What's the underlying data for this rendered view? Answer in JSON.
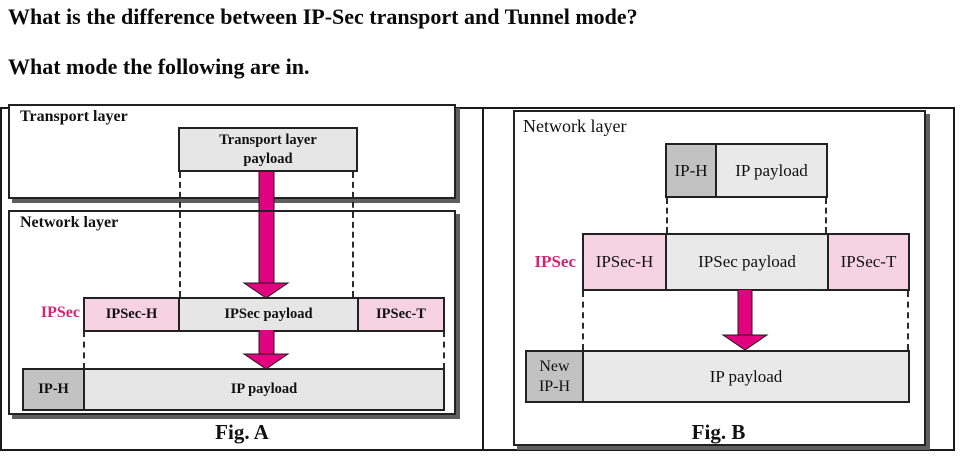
{
  "page": {
    "question1": "What is the difference between IP-Sec transport and Tunnel mode?",
    "question2": "What mode the following are in."
  },
  "colors": {
    "arrow_magenta": "#e2017f",
    "ipsec_label_magenta": "#cf2673",
    "pink_box": "#f7d3e2",
    "light_gray_box": "#e6e6e6",
    "dark_gray_box": "#c2c2c2",
    "box_border": "#222222",
    "panel_shadow": "#5f5f5f"
  },
  "fig_a": {
    "caption": "Fig. A",
    "transport_layer": {
      "title": "Transport layer",
      "payload_line1": "Transport layer",
      "payload_line2": "payload"
    },
    "network_layer": {
      "title": "Network layer",
      "ipsec_label": "IPSec",
      "ipsec_h": "IPSec-H",
      "ipsec_payload": "IPSec payload",
      "ipsec_t": "IPSec-T",
      "ip_h": "IP-H",
      "ip_payload": "IP payload"
    }
  },
  "fig_b": {
    "caption": "Fig. B",
    "network_layer": {
      "title": "Network layer",
      "ip_h": "IP-H",
      "ip_payload": "IP payload",
      "ipsec_label": "IPSec",
      "ipsec_h": "IPSec-H",
      "ipsec_payload": "IPSec payload",
      "ipsec_t": "IPSec-T",
      "new_ip_h_line1": "New",
      "new_ip_h_line2": "IP-H",
      "ip_payload_bottom": "IP payload"
    }
  }
}
